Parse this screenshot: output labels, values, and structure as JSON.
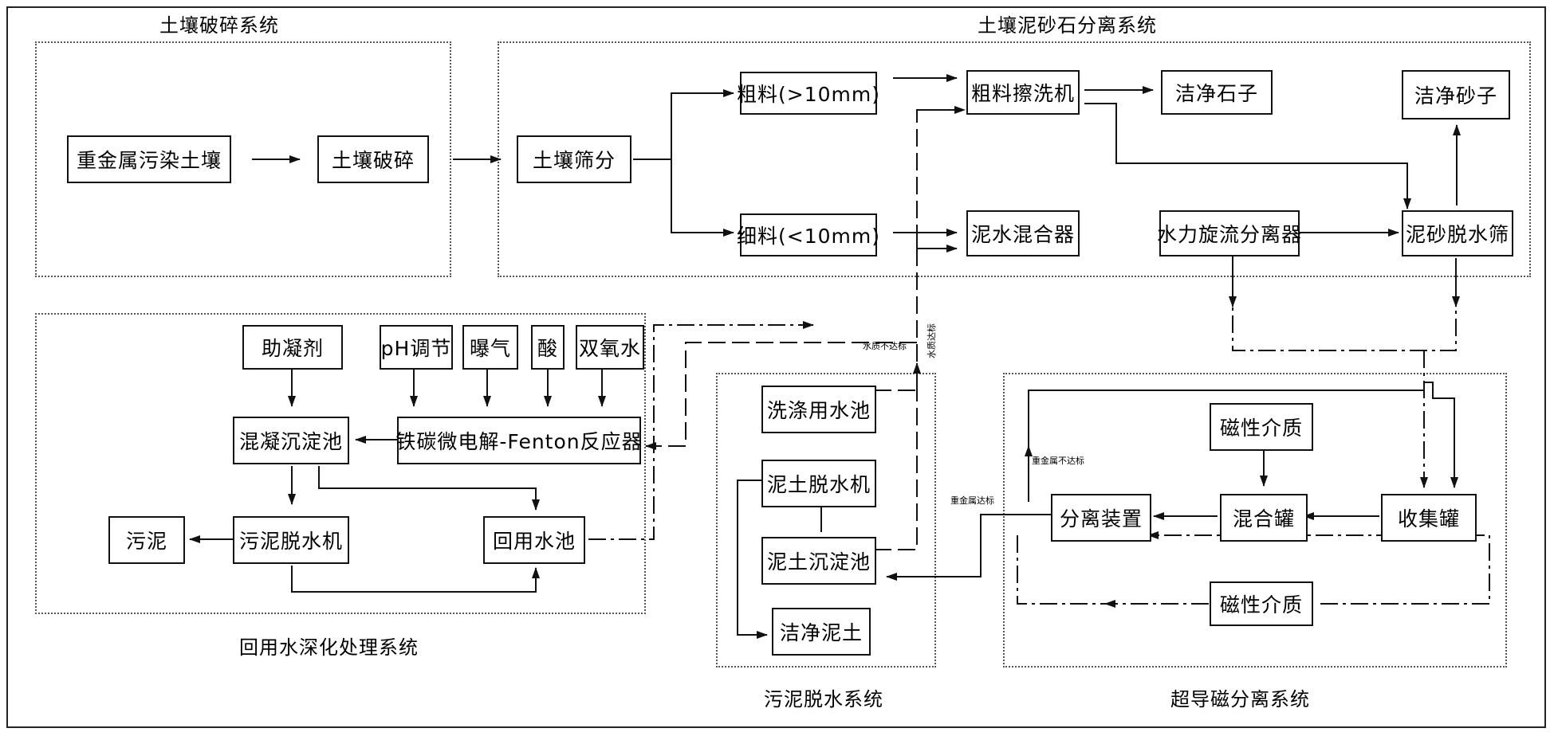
{
  "titles": {
    "crushing": "土壤破碎系统",
    "separation": "土壤泥砂石分离系统",
    "reuse_water": "回用水深化处理系统",
    "sludge": "污泥脱水系统",
    "magnetic": "超导磁分离系统"
  },
  "boxes": {
    "contaminated_soil": "重金属污染土壤",
    "soil_crush": "土壤破碎",
    "soil_screen": "土壤筛分",
    "coarse": "粗料(>10mm)",
    "fine": "细料(<10mm)",
    "coarse_washer": "粗料擦洗机",
    "clean_stone": "洁净石子",
    "clean_sand": "洁净砂子",
    "mud_mixer": "泥水混合器",
    "hydrocyclone": "水力旋流分离器",
    "sand_dewater_screen": "泥砂脱水筛",
    "coagulant": "助凝剂",
    "ph_adjust": "pH调节",
    "aeration": "曝气",
    "acid": "酸",
    "h2o2": "双氧水",
    "coag_tank": "混凝沉淀池",
    "fenton": "铁碳微电解-Fenton反应器",
    "sludge_dewater": "污泥脱水机",
    "sludge": "污泥",
    "reuse_pool": "回用水池",
    "wash_pool": "洗涤用水池",
    "soil_dewater": "泥土脱水机",
    "soil_settle": "泥土沉淀池",
    "clean_soil": "洁净泥土",
    "magnetic_medium_top": "磁性介质",
    "mix_tank": "混合罐",
    "collect_tank": "收集罐",
    "separator": "分离装置",
    "magnetic_medium_bottom": "磁性介质"
  },
  "notes": {
    "water_fail": "水质不达标",
    "water_pass": "水质达标",
    "metal_fail": "重金属不达标",
    "metal_pass": "重金属达标"
  }
}
